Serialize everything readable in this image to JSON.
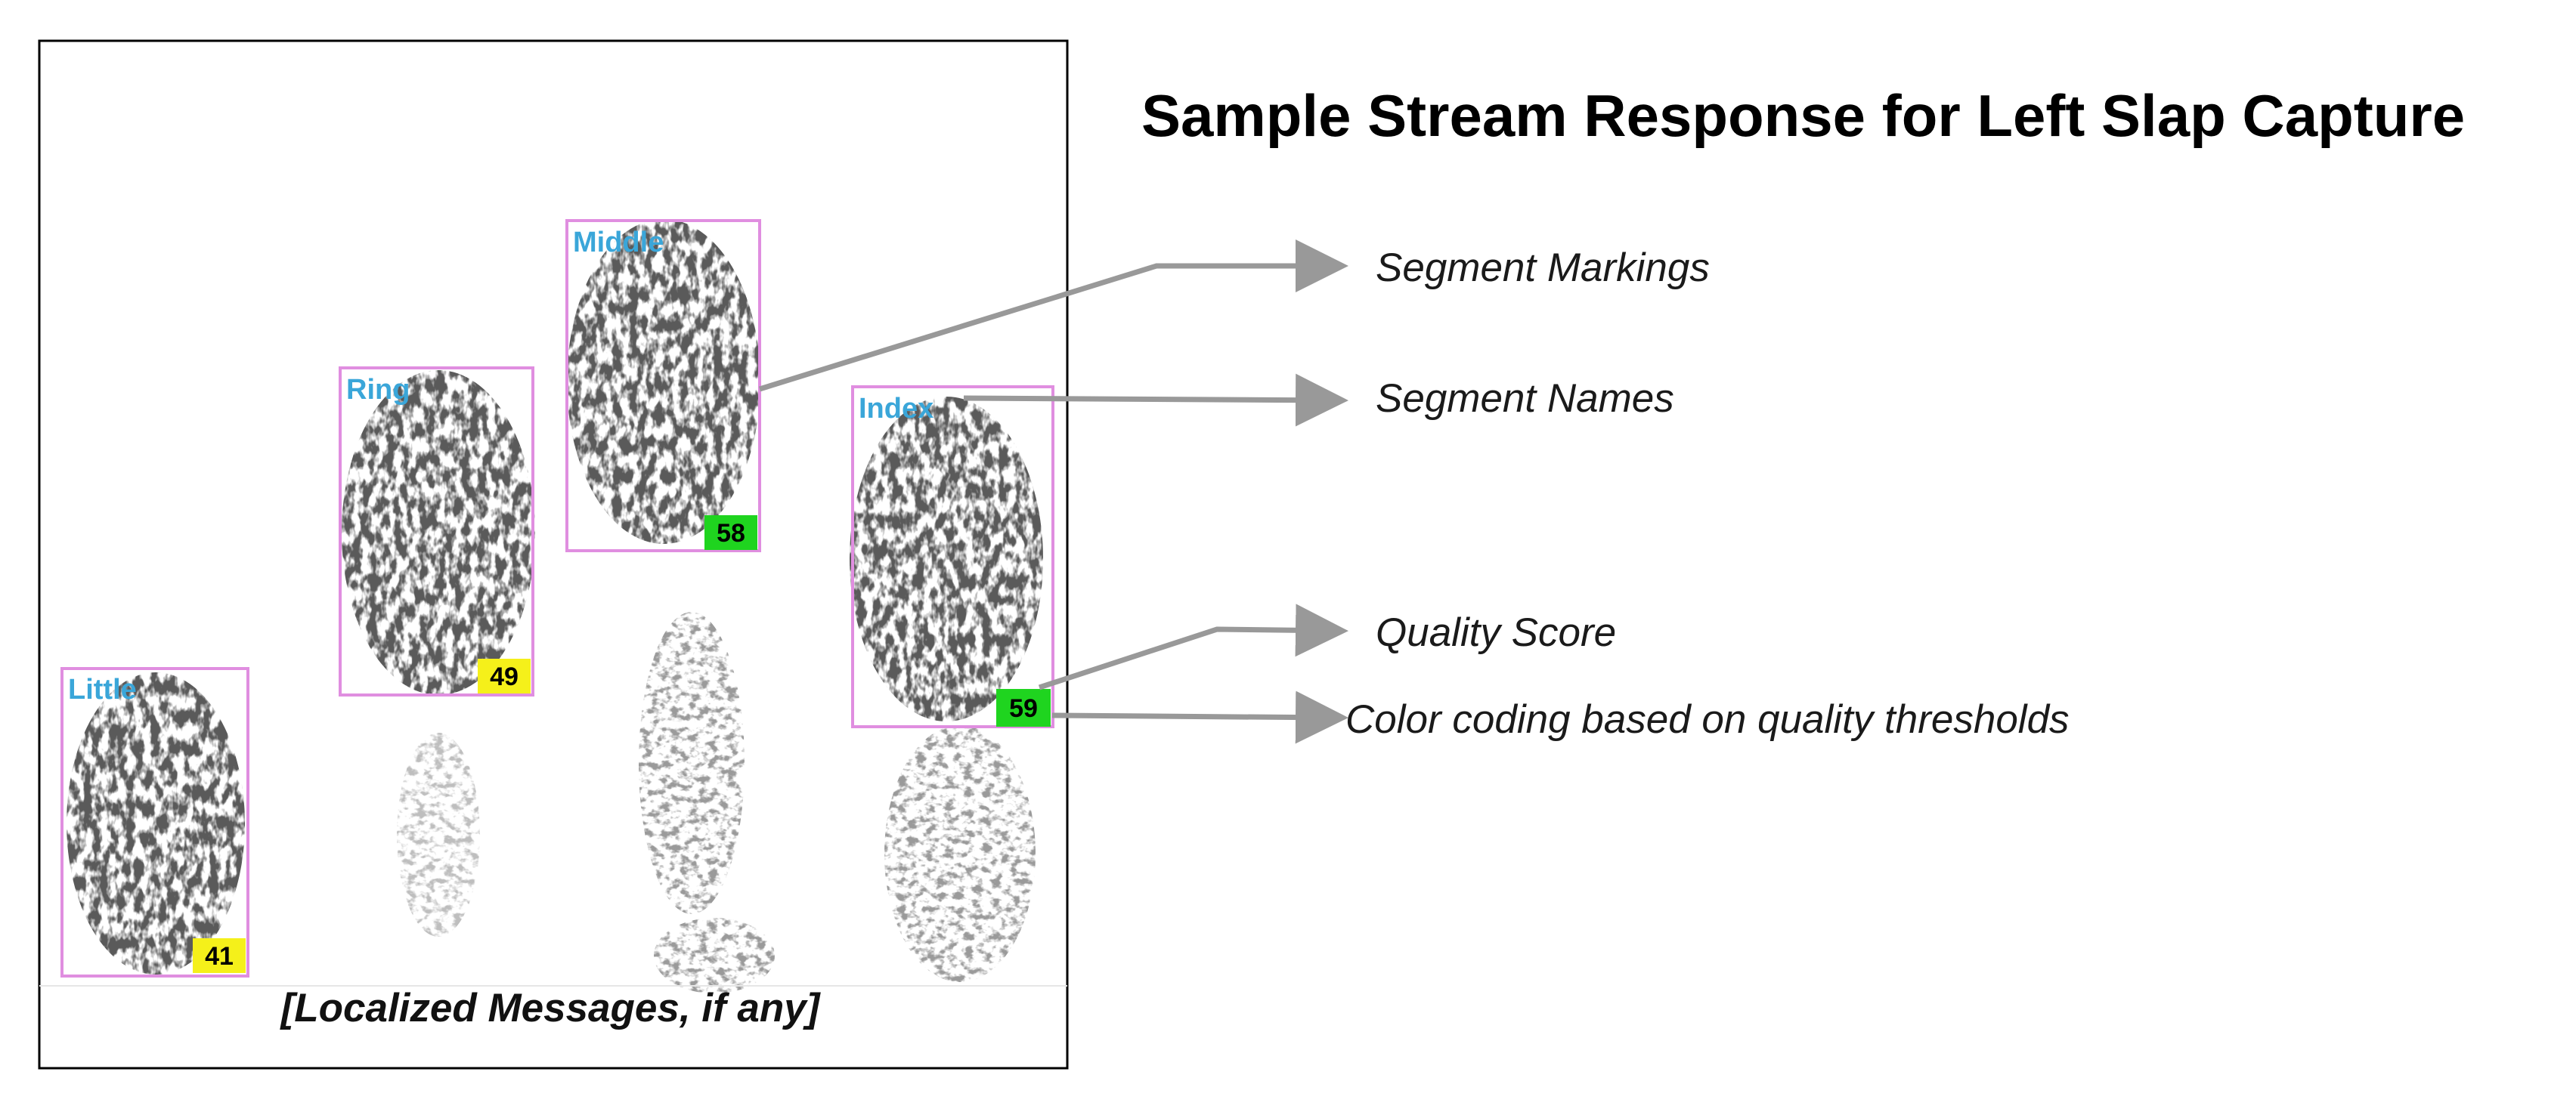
{
  "title": "Sample Stream Response for Left Slap Capture",
  "message": "[Localized Messages, if any]",
  "callouts": [
    {
      "id": "segment-markings",
      "label": "Segment Markings"
    },
    {
      "id": "segment-names",
      "label": "Segment Names"
    },
    {
      "id": "quality-score",
      "label": "Quality Score"
    },
    {
      "id": "color-coding",
      "label": "Color coding based on quality thresholds"
    }
  ],
  "segments": [
    {
      "name": "Little",
      "score": "41",
      "quality_band": "yellow"
    },
    {
      "name": "Ring",
      "score": "49",
      "quality_band": "yellow"
    },
    {
      "name": "Middle",
      "score": "58",
      "quality_band": "green"
    },
    {
      "name": "Index",
      "score": "59",
      "quality_band": "green"
    }
  ],
  "colors": {
    "segment_box": "#e08ee0",
    "segment_name": "#3aa6d9",
    "score_yellow": "#f5f01a",
    "score_green": "#1fd41f",
    "arrow": "#999999",
    "frame": "#000000"
  }
}
